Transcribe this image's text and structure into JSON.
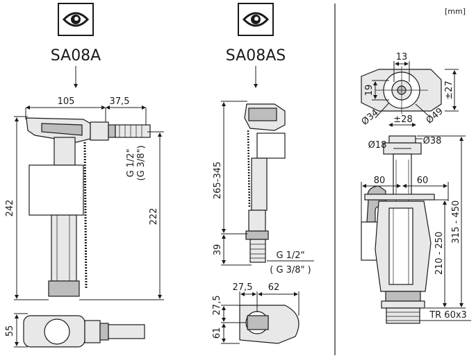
{
  "units": "[mm]",
  "valves": [
    {
      "model": "SA08A",
      "icon": "eye-icon"
    },
    {
      "model": "SA08AS",
      "icon": "eye-icon"
    }
  ],
  "sa08a_dims": {
    "width": "105",
    "offset": "37,5",
    "height_total": "242",
    "height_inlet": "222",
    "thread_1": "G 1/2\"",
    "thread_2": "(G 3/8\")",
    "depth": "55"
  },
  "sa08as_dims": {
    "height_range": "265-345",
    "shank": "39",
    "thread_1": "G 1/2\"",
    "thread_2": "( G 3/8\" )",
    "top_w1": "27,5",
    "top_w2": "62",
    "top_h1": "27,5",
    "top_h2": "61"
  },
  "flush_dims": {
    "d13": "13",
    "d19": "19",
    "d27": "±27",
    "d34": "Ø34",
    "d49": "Ø49",
    "d28": "±28",
    "d18": "Ø18",
    "d38": "Ø38",
    "w80": "80",
    "w60": "60",
    "h210": "210 - 250",
    "h315": "315 - 450",
    "thread": "TR 60x3"
  }
}
